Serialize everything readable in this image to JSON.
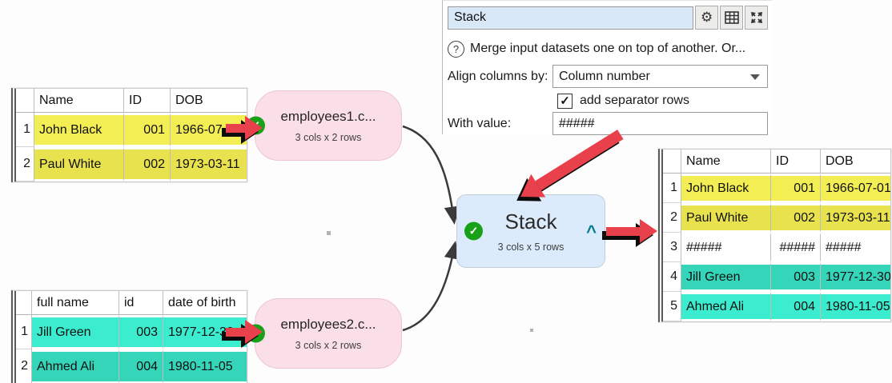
{
  "colors": {
    "yellow_light": "#f2ee54",
    "yellow_dark": "#e8e24e",
    "teal_light": "#3becce",
    "teal_dark": "#35d5b9",
    "node_pink": "#fadee8",
    "node_blue": "#dcebfb",
    "arrow_red": "#e8414b",
    "check_green": "#18a018",
    "caret_teal": "#007d8c"
  },
  "panel": {
    "title_value": "Stack",
    "help_glyph": "?",
    "description": "Merge input datasets one on top of another. Or...",
    "align_label": "Align columns by:",
    "align_value": "Column number",
    "separator_checkbox": {
      "checked": true,
      "glyph": "✓",
      "label": "add separator rows"
    },
    "with_value_label": "With value:",
    "with_value": "#####",
    "buttons": {
      "settings": "⚙",
      "table": "table-grid",
      "maximize": "expand"
    }
  },
  "nodes": {
    "input1": {
      "title": "employees1.c...",
      "subtitle": "3 cols x 2 rows",
      "status": "ok"
    },
    "input2": {
      "title": "employees2.c...",
      "subtitle": "3 cols x 2 rows",
      "status": "ok"
    },
    "stack": {
      "title": "Stack",
      "subtitle": "3 cols x 5 rows",
      "status": "ok",
      "collapse_glyph": "^"
    }
  },
  "check_glyph": "✓",
  "tables": {
    "left_top": {
      "headers": [
        "Name",
        "ID",
        "DOB"
      ],
      "rows": [
        {
          "num": "1",
          "cells": [
            "John Black",
            "001",
            "1966-07-01"
          ],
          "highlight": "yellow_light"
        },
        {
          "num": "2",
          "cells": [
            "Paul White",
            "002",
            "1973-03-11"
          ],
          "highlight": "yellow_dark"
        }
      ]
    },
    "left_bottom": {
      "headers": [
        "full name",
        "id",
        "date of birth"
      ],
      "rows": [
        {
          "num": "1",
          "cells": [
            "Jill Green",
            "003",
            "1977-12-30"
          ],
          "highlight": "teal_light"
        },
        {
          "num": "2",
          "cells": [
            "Ahmed Ali",
            "004",
            "1980-11-05"
          ],
          "highlight": "teal_dark"
        }
      ]
    },
    "right": {
      "headers": [
        "Name",
        "ID",
        "DOB"
      ],
      "rows": [
        {
          "num": "1",
          "cells": [
            "John Black",
            "001",
            "1966-07-01"
          ],
          "highlight": "yellow_light"
        },
        {
          "num": "2",
          "cells": [
            "Paul White",
            "002",
            "1973-03-11"
          ],
          "highlight": "yellow_dark"
        },
        {
          "num": "3",
          "cells": [
            "#####",
            "#####",
            "#####"
          ],
          "highlight": "white"
        },
        {
          "num": "4",
          "cells": [
            "Jill Green",
            "003",
            "1977-12-30"
          ],
          "highlight": "teal_dark"
        },
        {
          "num": "5",
          "cells": [
            "Ahmed Ali",
            "004",
            "1980-11-05"
          ],
          "highlight": "teal_light"
        }
      ]
    }
  }
}
